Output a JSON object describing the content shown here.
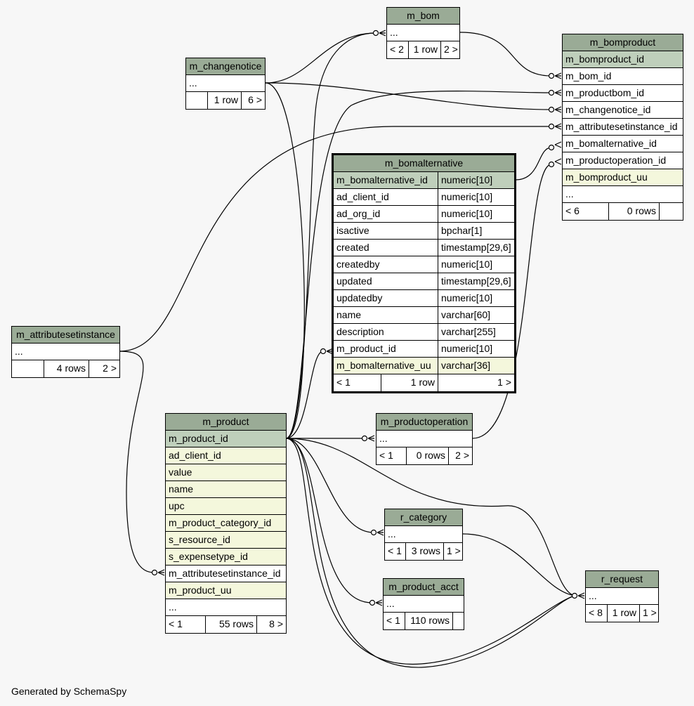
{
  "tables": {
    "m_bom": {
      "name": "m_bom",
      "rows": [
        "..."
      ],
      "stats": [
        "< 2",
        "1 row",
        "2 >"
      ]
    },
    "m_changenotice": {
      "name": "m_changenotice",
      "rows": [
        "..."
      ],
      "stats": [
        "",
        "1 row",
        "6 >"
      ]
    },
    "m_bomproduct": {
      "name": "m_bomproduct",
      "rows": [
        "m_bomproduct_id",
        "m_bom_id",
        "m_productbom_id",
        "m_changenotice_id",
        "m_attributesetinstance_id",
        "m_bomalternative_id",
        "m_productoperation_id",
        "m_bomproduct_uu",
        "..."
      ],
      "stats": [
        "< 6",
        "0 rows",
        ""
      ]
    },
    "m_bomalternative": {
      "name": "m_bomalternative",
      "columns": [
        {
          "name": "m_bomalternative_id",
          "type": "numeric[10]"
        },
        {
          "name": "ad_client_id",
          "type": "numeric[10]"
        },
        {
          "name": "ad_org_id",
          "type": "numeric[10]"
        },
        {
          "name": "isactive",
          "type": "bpchar[1]"
        },
        {
          "name": "created",
          "type": "timestamp[29,6]"
        },
        {
          "name": "createdby",
          "type": "numeric[10]"
        },
        {
          "name": "updated",
          "type": "timestamp[29,6]"
        },
        {
          "name": "updatedby",
          "type": "numeric[10]"
        },
        {
          "name": "name",
          "type": "varchar[60]"
        },
        {
          "name": "description",
          "type": "varchar[255]"
        },
        {
          "name": "m_product_id",
          "type": "numeric[10]"
        },
        {
          "name": "m_bomalternative_uu",
          "type": "varchar[36]"
        }
      ],
      "stats": [
        "< 1",
        "1 row",
        "1 >"
      ]
    },
    "m_attributesetinstance": {
      "name": "m_attributesetinstance",
      "rows": [
        "..."
      ],
      "stats": [
        "",
        "4 rows",
        "2 >"
      ]
    },
    "m_product": {
      "name": "m_product",
      "rows": [
        "m_product_id",
        "ad_client_id",
        "value",
        "name",
        "upc",
        "m_product_category_id",
        "s_resource_id",
        "s_expensetype_id",
        "m_attributesetinstance_id",
        "m_product_uu",
        "..."
      ],
      "stats": [
        "< 1",
        "55 rows",
        "8 >"
      ]
    },
    "m_productoperation": {
      "name": "m_productoperation",
      "rows": [
        "..."
      ],
      "stats": [
        "< 1",
        "0 rows",
        "2 >"
      ]
    },
    "r_category": {
      "name": "r_category",
      "rows": [
        "..."
      ],
      "stats": [
        "< 1",
        "3 rows",
        "1 >"
      ]
    },
    "m_product_acct": {
      "name": "m_product_acct",
      "rows": [
        "..."
      ],
      "stats": [
        "< 1",
        "110 rows",
        ""
      ]
    },
    "r_request": {
      "name": "r_request",
      "rows": [
        "..."
      ],
      "stats": [
        "< 8",
        "1 row",
        "1 >"
      ]
    }
  },
  "colors": {
    "header": "#9aab96",
    "primary_key": "#bfcfbb",
    "indexed": "#f4f7dc",
    "background": "#f7f7f7"
  },
  "footer": "Generated by SchemaSpy"
}
